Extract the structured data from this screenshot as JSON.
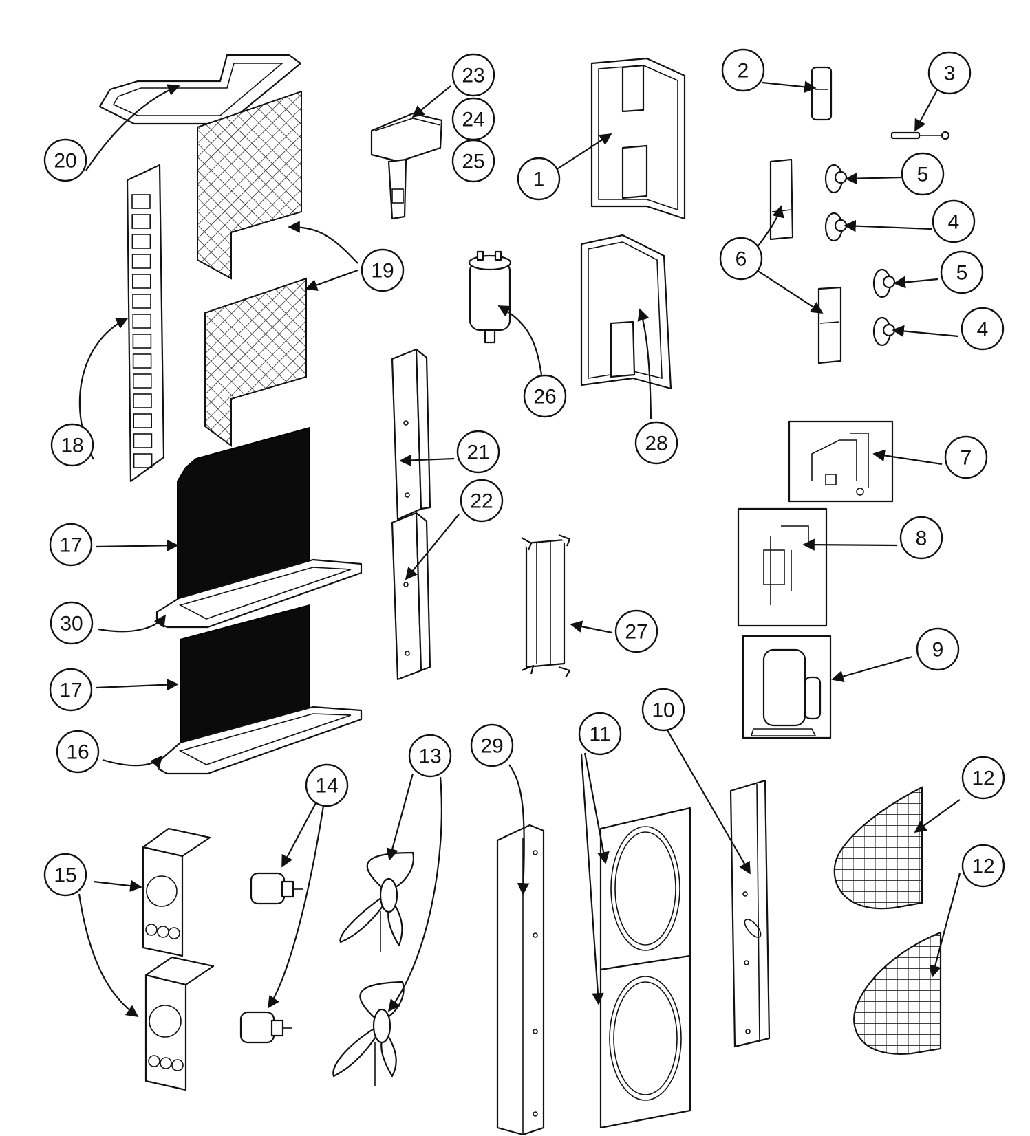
{
  "callouts": [
    "1",
    "2",
    "3",
    "4",
    "4",
    "5",
    "5",
    "6",
    "7",
    "8",
    "9",
    "10",
    "11",
    "12",
    "12",
    "13",
    "14",
    "15",
    "16",
    "17",
    "17",
    "18",
    "19",
    "20",
    "21",
    "22",
    "23",
    "24",
    "25",
    "26",
    "27",
    "28",
    "29",
    "30"
  ],
  "colors": {
    "ink": "#111111",
    "paper": "#ffffff",
    "panel_fill": "#0b0b0b"
  }
}
